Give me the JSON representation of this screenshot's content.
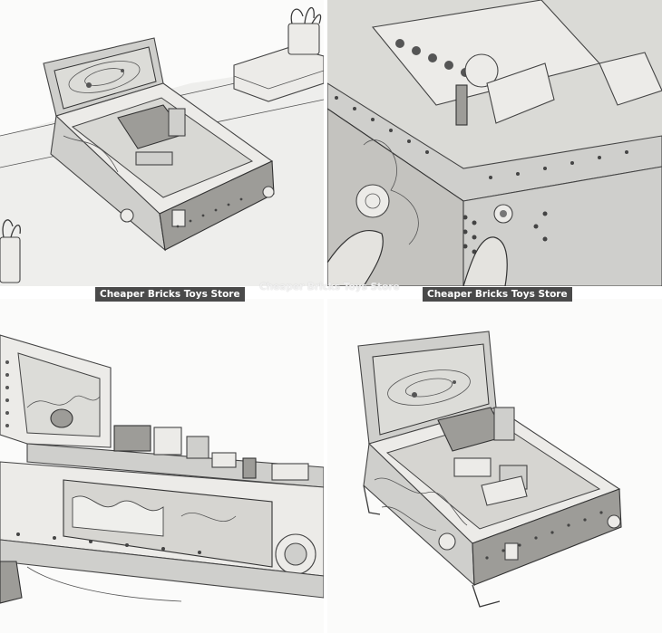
{
  "watermarks": {
    "left": "Cheaper Bricks Toys Store",
    "center": "Cheaper Bricks Toys Store",
    "right": "Cheaper Bricks Toys Store"
  },
  "colors": {
    "background": "#ffffff",
    "sketch_ink": "#3a3a3a",
    "watermark_bg": "#4a4a4a",
    "watermark_text": "#ffffff"
  }
}
